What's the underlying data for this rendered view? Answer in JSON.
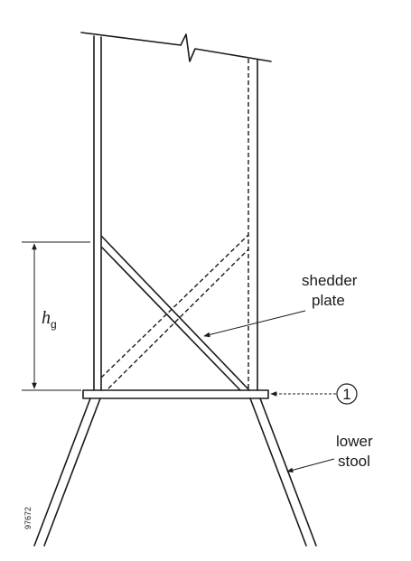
{
  "labels": {
    "height_symbol": "h",
    "height_subscript": "g",
    "shedder_plate_line1": "shedder",
    "shedder_plate_line2": "plate",
    "callout_number": "1",
    "lower_stool_line1": "lower",
    "lower_stool_line2": "stool",
    "figure_code": "97672"
  },
  "colors": {
    "ink": "#1a1a1a",
    "background": "#ffffff"
  }
}
